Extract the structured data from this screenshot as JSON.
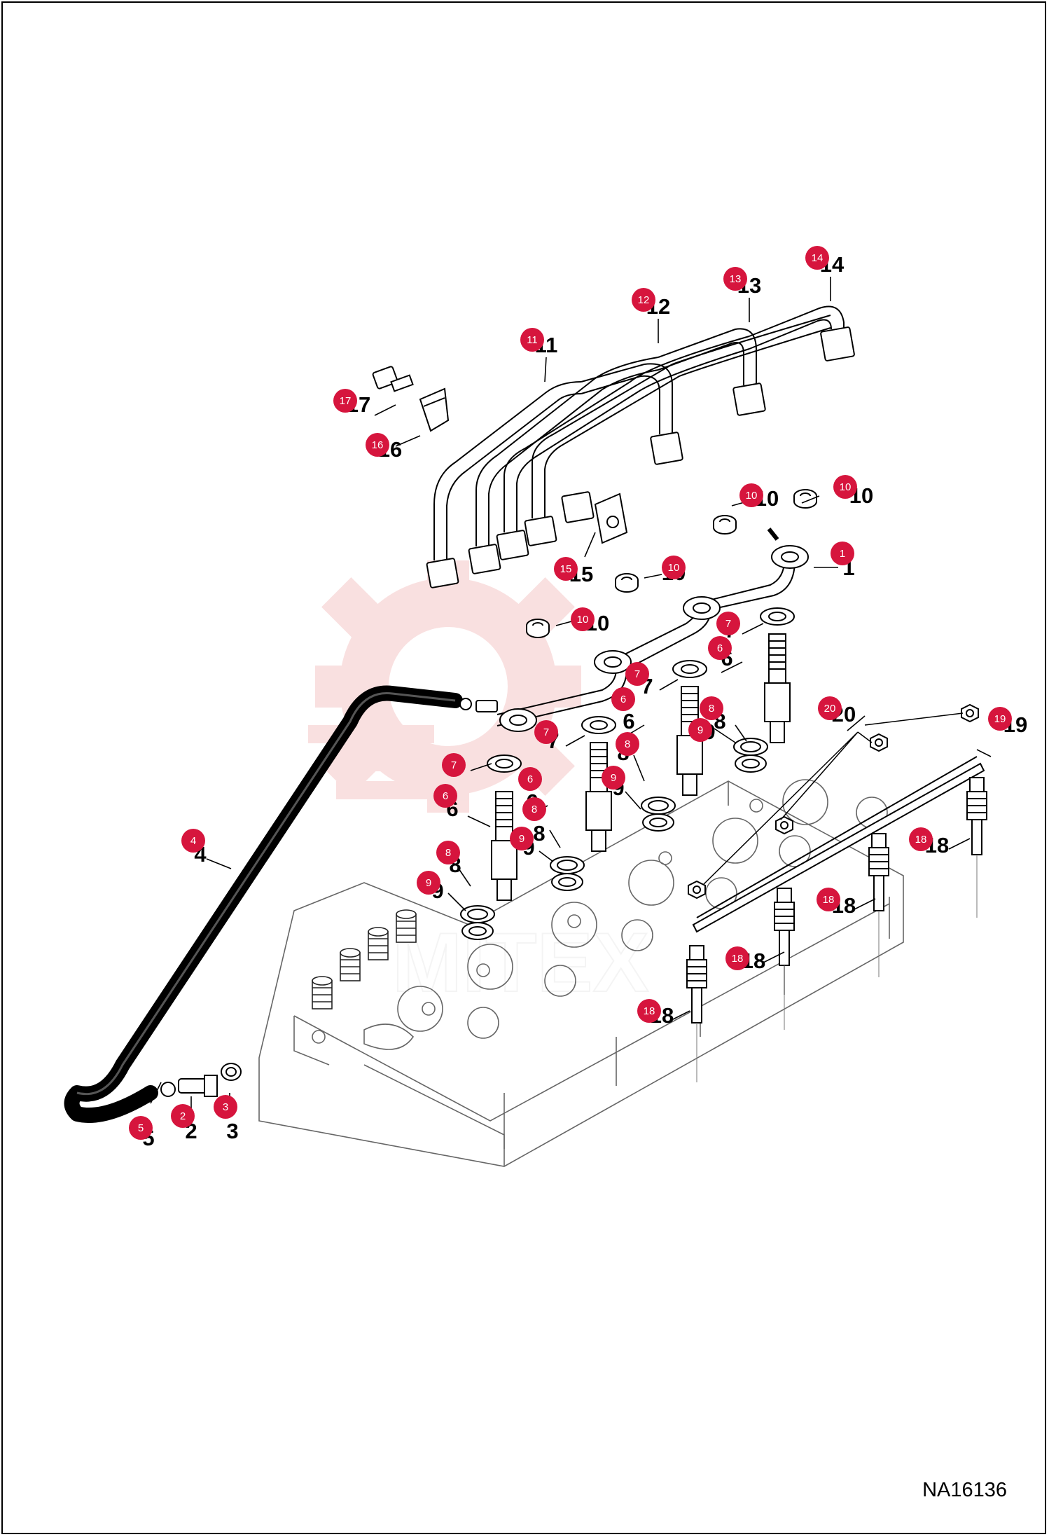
{
  "diagram": {
    "drawing_id": "NA16136",
    "watermark_text": "MITEX",
    "callouts": [
      {
        "num": "1",
        "line": [
          1197,
          810,
          1162,
          810
        ],
        "label": [
          1212,
          821
        ],
        "marker": [
          1203,
          790
        ]
      },
      {
        "num": "2",
        "line": [
          273,
          1565,
          273,
          1595
        ],
        "label": [
          273,
          1625
        ],
        "marker": [
          261,
          1593
        ]
      },
      {
        "num": "3",
        "line": [
          328,
          1560,
          328,
          1590
        ],
        "label": [
          332,
          1625
        ],
        "marker": [
          322,
          1580
        ]
      },
      {
        "num": "4",
        "line": [
          295,
          1226,
          330,
          1240
        ],
        "label": [
          286,
          1230
        ],
        "marker": [
          276,
          1200
        ]
      },
      {
        "num": "5",
        "line": [
          215,
          1575,
          230,
          1545
        ],
        "label": [
          212,
          1635
        ],
        "marker": [
          201,
          1610
        ]
      },
      {
        "num": "6",
        "line": [
          1060,
          945,
          1030,
          960
        ],
        "label": [
          1038,
          950
        ],
        "marker": [
          1028,
          925
        ]
      },
      {
        "num": "6",
        "line": [
          920,
          1035,
          895,
          1050
        ],
        "label": [
          898,
          1040
        ],
        "marker": [
          890,
          998
        ]
      },
      {
        "num": "6",
        "line": [
          782,
          1150,
          755,
          1165
        ],
        "label": [
          760,
          1155
        ],
        "marker": [
          757,
          1112
        ]
      },
      {
        "num": "6",
        "line": [
          668,
          1165,
          700,
          1180
        ],
        "label": [
          646,
          1165
        ],
        "marker": [
          636,
          1136
        ]
      },
      {
        "num": "7",
        "line": [
          1060,
          905,
          1090,
          890
        ],
        "label": [
          1043,
          910
        ],
        "marker": [
          1040,
          890
        ]
      },
      {
        "num": "7",
        "line": [
          942,
          985,
          968,
          970
        ],
        "label": [
          924,
          990
        ],
        "marker": [
          910,
          962
        ]
      },
      {
        "num": "7",
        "line": [
          808,
          1065,
          835,
          1050
        ],
        "label": [
          790,
          1068
        ],
        "marker": [
          780,
          1045
        ]
      },
      {
        "num": "7",
        "line": [
          672,
          1100,
          702,
          1090
        ],
        "label": [
          650,
          1105
        ],
        "marker": [
          648,
          1092
        ]
      },
      {
        "num": "8",
        "line": [
          1050,
          1035,
          1066,
          1058
        ],
        "label": [
          1028,
          1040
        ],
        "marker": [
          1016,
          1011
        ]
      },
      {
        "num": "8",
        "line": [
          905,
          1078,
          920,
          1115
        ],
        "label": [
          890,
          1085
        ],
        "marker": [
          896,
          1062
        ]
      },
      {
        "num": "8",
        "line": [
          785,
          1185,
          800,
          1210
        ],
        "label": [
          770,
          1200
        ],
        "marker": [
          763,
          1155
        ]
      },
      {
        "num": "8",
        "line": [
          655,
          1240,
          672,
          1265
        ],
        "label": [
          650,
          1245
        ],
        "marker": [
          640,
          1217
        ]
      },
      {
        "num": "9",
        "line": [
          1020,
          1040,
          1050,
          1060
        ],
        "label": [
          1013,
          1055
        ],
        "marker": [
          1000,
          1042
        ]
      },
      {
        "num": "9",
        "line": [
          893,
          1130,
          915,
          1155
        ],
        "label": [
          883,
          1135
        ],
        "marker": [
          876,
          1110
        ]
      },
      {
        "num": "9",
        "line": [
          770,
          1215,
          790,
          1230
        ],
        "label": [
          755,
          1220
        ],
        "marker": [
          745,
          1197
        ]
      },
      {
        "num": "9",
        "line": [
          640,
          1275,
          665,
          1300
        ],
        "label": [
          625,
          1282
        ],
        "marker": [
          612,
          1260
        ]
      },
      {
        "num": "10",
        "line": [
          1145,
          718,
          1170,
          708
        ],
        "label": [
          1230,
          718
        ],
        "marker": [
          1207,
          695
        ]
      },
      {
        "num": "10",
        "line": [
          1045,
          722,
          1070,
          715
        ],
        "label": [
          1095,
          722
        ],
        "marker": [
          1073,
          707
        ]
      },
      {
        "num": "10",
        "line": [
          920,
          825,
          945,
          820
        ],
        "label": [
          962,
          828
        ],
        "marker": [
          962,
          810
        ]
      },
      {
        "num": "10",
        "line": [
          794,
          893,
          820,
          886
        ],
        "label": [
          853,
          900
        ],
        "marker": [
          832,
          884
        ]
      },
      {
        "num": "11",
        "line": [
          780,
          510,
          778,
          545
        ],
        "label": [
          780,
          503
        ],
        "marker": [
          760,
          485
        ]
      },
      {
        "num": "12",
        "line": [
          940,
          455,
          940,
          490
        ],
        "label": [
          940,
          448
        ],
        "marker": [
          919,
          428
        ]
      },
      {
        "num": "13",
        "line": [
          1070,
          425,
          1070,
          460
        ],
        "label": [
          1070,
          418
        ],
        "marker": [
          1050,
          398
        ]
      },
      {
        "num": "14",
        "line": [
          1186,
          395,
          1186,
          430
        ],
        "label": [
          1188,
          388
        ],
        "marker": [
          1167,
          368
        ]
      },
      {
        "num": "15",
        "line": [
          835,
          795,
          850,
          760
        ],
        "label": [
          830,
          830
        ],
        "marker": [
          808,
          812
        ]
      },
      {
        "num": "16",
        "line": [
          565,
          637,
          600,
          622
        ],
        "label": [
          557,
          652
        ],
        "marker": [
          539,
          635
        ]
      },
      {
        "num": "17",
        "line": [
          535,
          593,
          565,
          578
        ],
        "label": [
          512,
          588
        ],
        "marker": [
          493,
          572
        ]
      },
      {
        "num": "18",
        "line": [
          1355,
          1212,
          1385,
          1197
        ],
        "label": [
          1338,
          1217
        ],
        "marker": [
          1315,
          1198
        ]
      },
      {
        "num": "18",
        "line": [
          1220,
          1298,
          1250,
          1283
        ],
        "label": [
          1205,
          1303
        ],
        "marker": [
          1183,
          1284
        ]
      },
      {
        "num": "18",
        "line": [
          1090,
          1374,
          1120,
          1359
        ],
        "label": [
          1076,
          1382
        ],
        "marker": [
          1053,
          1368
        ]
      },
      {
        "num": "18",
        "line": [
          955,
          1458,
          985,
          1443
        ],
        "label": [
          945,
          1460
        ],
        "marker": [
          927,
          1443
        ]
      },
      {
        "num": "19",
        "line": [
          1415,
          1080,
          1395,
          1070
        ],
        "label": [
          1450,
          1045
        ],
        "marker": [
          1428,
          1026
        ]
      },
      {
        "num": "20",
        "line": [
          1210,
          1043,
          1235,
          1022
        ],
        "label": [
          1205,
          1030
        ],
        "marker": [
          1185,
          1011
        ]
      }
    ]
  }
}
